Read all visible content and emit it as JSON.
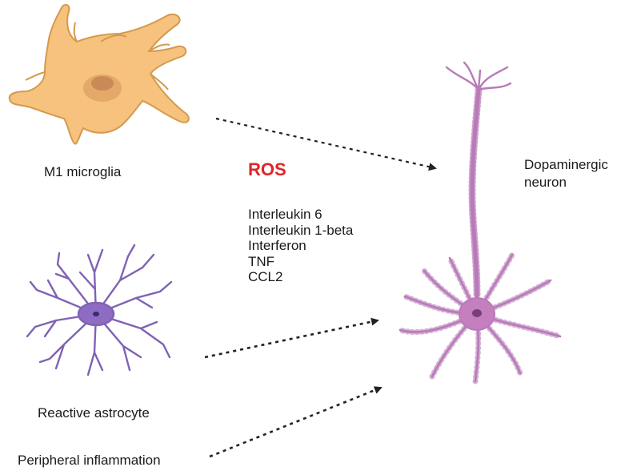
{
  "labels": {
    "microglia": "M1 microglia",
    "astrocyte": "Reactive astrocyte",
    "peripheral": "Peripheral inflammation",
    "neuron_line1": "Dopaminergic",
    "neuron_line2": "neuron"
  },
  "mediators": {
    "ros": "ROS",
    "factors": [
      "Interleukin 6",
      "Interleukin 1-beta",
      "Interferon",
      "TNF",
      "CCL2"
    ]
  },
  "colors": {
    "microglia_fill": "#f6c27d",
    "microglia_stroke": "#d49a4e",
    "microglia_nucleus": "#c98a55",
    "astrocyte": "#7f62b5",
    "astrocyte_body": "#8f6cc4",
    "neuron": "#b87ab8",
    "neuron_soma": "#c47fbf",
    "ros": "#e0252a",
    "arrow": "#222222"
  }
}
